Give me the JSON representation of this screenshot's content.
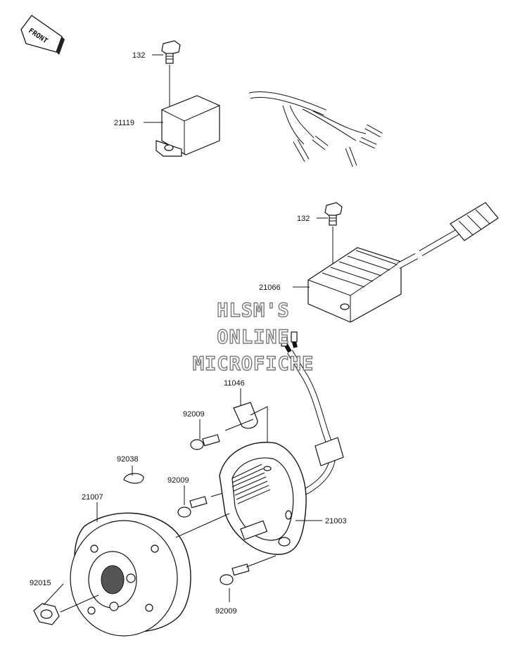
{
  "front_badge": "FRONT",
  "watermark": [
    "HLSM'S",
    "ONLINE",
    "MICROFICHE"
  ],
  "part_labels": {
    "p132_top": "132",
    "p21119": "21119",
    "p132_mid": "132",
    "p21066": "21066",
    "p11046": "11046",
    "p92009_a": "92009",
    "p92038": "92038",
    "p92009_b": "92009",
    "p21007": "21007",
    "p21003": "21003",
    "p92015": "92015",
    "p92009_c": "92009"
  }
}
